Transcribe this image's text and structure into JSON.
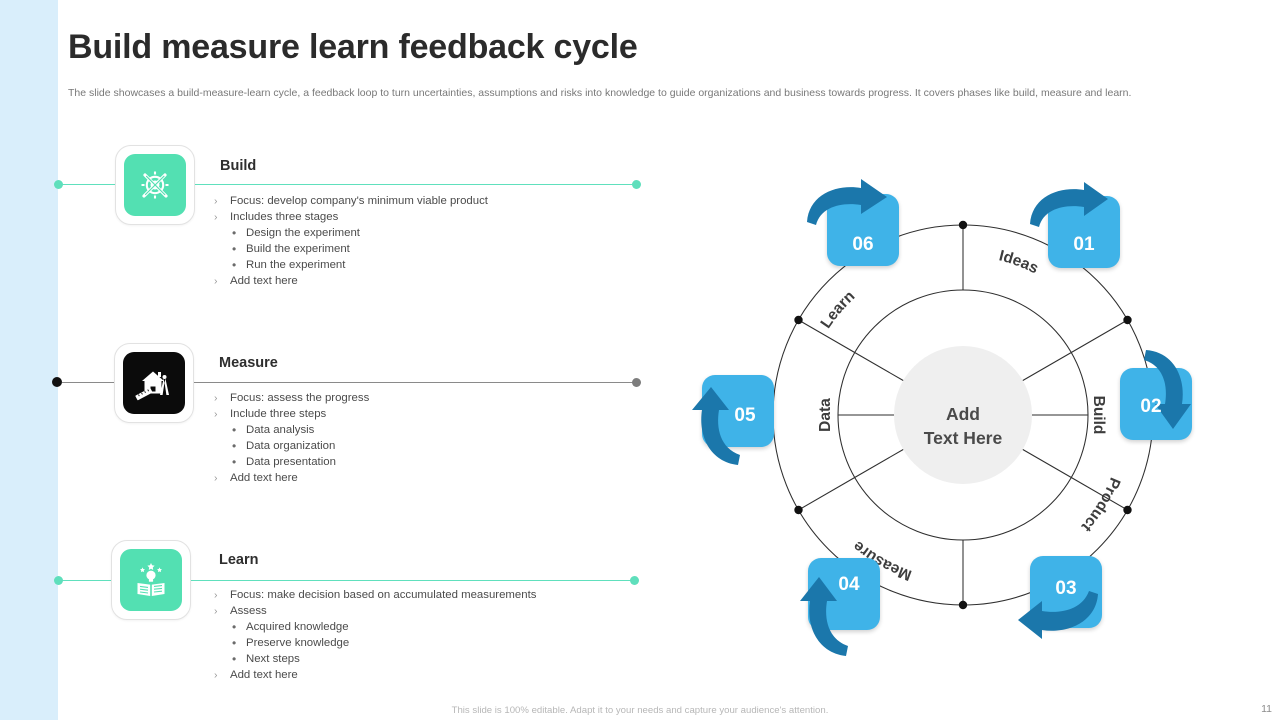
{
  "slide": {
    "title": "Build measure learn feedback cycle",
    "subtitle": "The slide showcases a build-measure-learn cycle, a feedback loop to turn uncertainties, assumptions and risks into knowledge to guide organizations and business towards progress. It covers phases like build, measure and learn.",
    "footer_note": "This slide is 100% editable. Adapt it to your needs and capture your audience's attention.",
    "page_number": "11"
  },
  "colors": {
    "left_strip": "#d9eefb",
    "mint": "#53e0b2",
    "mint_line": "#60e0bd",
    "gray_line": "#8a8a8a",
    "badge_blue": "#3fb3e8",
    "arrow_blue": "#1b77ab",
    "center_gray": "#efefef",
    "title_dark": "#2b2b2b"
  },
  "sections": [
    {
      "id": "build",
      "title": "Build",
      "icon": "gear-tools-icon",
      "icon_style": "mint",
      "line_color": "mint",
      "bullets": [
        {
          "level": 1,
          "marker": "›",
          "text": "Focus: develop  company's  minimum viable  product"
        },
        {
          "level": 1,
          "marker": "›",
          "text": "Includes three  stages"
        },
        {
          "level": 2,
          "marker": "•",
          "text": "Design the experiment"
        },
        {
          "level": 2,
          "marker": "•",
          "text": "Build the experiment"
        },
        {
          "level": 2,
          "marker": "•",
          "text": "Run the experiment"
        },
        {
          "level": 1,
          "marker": "›",
          "text": "Add text here"
        }
      ]
    },
    {
      "id": "measure",
      "title": "Measure",
      "icon": "house-ruler-compass-icon",
      "icon_style": "black",
      "line_color": "gray",
      "bullets": [
        {
          "level": 1,
          "marker": "›",
          "text": "Focus: assess the progress"
        },
        {
          "level": 1,
          "marker": "›",
          "text": "Include three  steps"
        },
        {
          "level": 2,
          "marker": "•",
          "text": "Data  analysis"
        },
        {
          "level": 2,
          "marker": "•",
          "text": "Data  organization"
        },
        {
          "level": 2,
          "marker": "•",
          "text": "Data  presentation"
        },
        {
          "level": 1,
          "marker": "›",
          "text": "Add text here"
        }
      ]
    },
    {
      "id": "learn",
      "title": "Learn",
      "icon": "book-lightbulb-icon",
      "icon_style": "mint",
      "line_color": "mint",
      "bullets": [
        {
          "level": 1,
          "marker": "›",
          "text": "Focus: make  decision based  on accumulated  measurements"
        },
        {
          "level": 1,
          "marker": "›",
          "text": "Assess"
        },
        {
          "level": 2,
          "marker": "•",
          "text": "Acquired  knowledge"
        },
        {
          "level": 2,
          "marker": "•",
          "text": "Preserve  knowledge"
        },
        {
          "level": 2,
          "marker": "•",
          "text": "Next steps"
        },
        {
          "level": 1,
          "marker": "›",
          "text": "Add text here"
        }
      ]
    }
  ],
  "cycle": {
    "center_line_1": "Add",
    "center_line_2": "Text Here",
    "segments": [
      {
        "number": "01",
        "label": "Ideas",
        "arrow": "curved-arrow-right-icon"
      },
      {
        "number": "02",
        "label": "Build",
        "arrow": "curved-arrow-down-icon"
      },
      {
        "number": "03",
        "label": "Product",
        "arrow": "curved-arrow-left-icon"
      },
      {
        "number": "04",
        "label": "Measure",
        "arrow": "curved-arrow-up-icon"
      },
      {
        "number": "05",
        "label": "Data",
        "arrow": "curved-arrow-up-icon"
      },
      {
        "number": "06",
        "label": "Learn",
        "arrow": "curved-arrow-right-icon"
      }
    ]
  }
}
